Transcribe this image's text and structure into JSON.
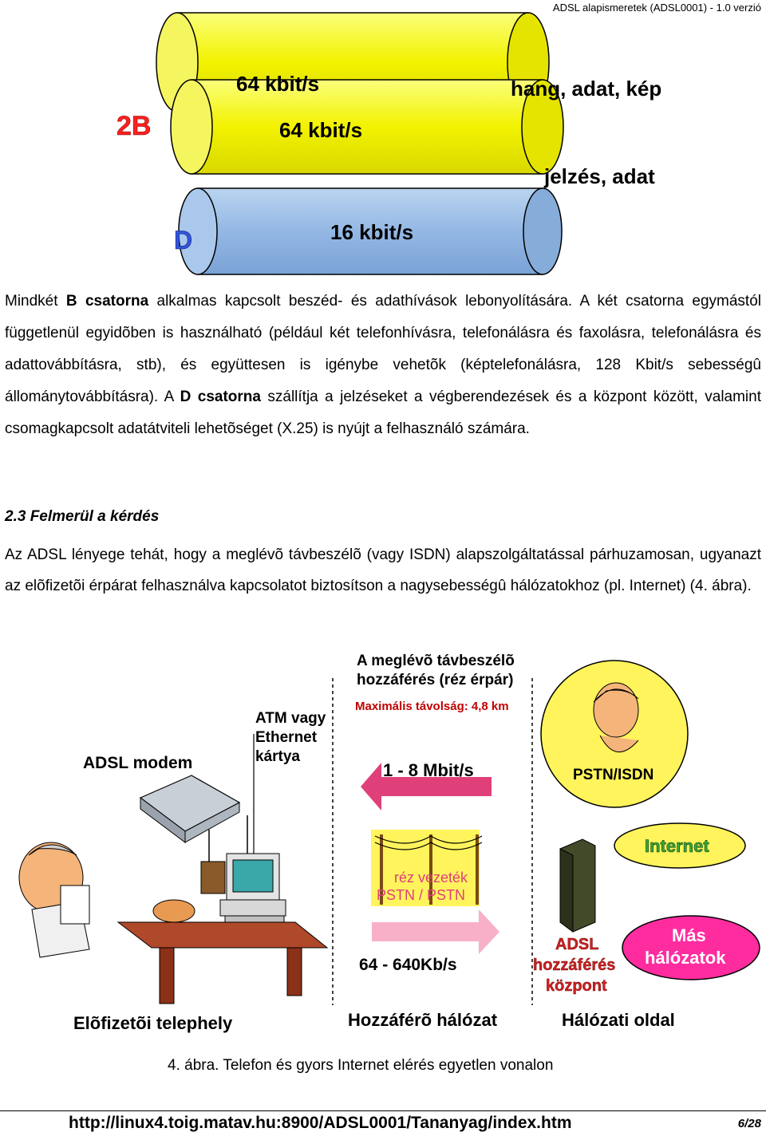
{
  "header": {
    "title": "ADSL alapismeretek (ADSL0001) - 1.0 verzió"
  },
  "figure1": {
    "label_2b": "2B",
    "label_d": "D",
    "channel1": "64 kbit/s",
    "channel2": "64 kbit/s",
    "channel3": "16 kbit/s",
    "note1": "hang, adat, kép",
    "note2": "jelzés, adat"
  },
  "paragraph1": {
    "t1": "Mindkét ",
    "b1": "B csatorna",
    "t2": " alkalmas kapcsolt beszéd- és adathívások lebonyolítására. A két csatorna egymástól függetlenül egyidõben is használható (például két telefonhívásra, telefonálásra és faxolásra, telefonálásra és adattovábbításra, stb), és együttesen is igénybe vehetõk (képtelefonálásra, 128 Kbit/s sebességû állománytovábbításra). A ",
    "b2": "D csatorna",
    "t3": " szállítja a jelzéseket a végberendezések és a központ között, valamint csomagkapcsolt adatátviteli lehetõséget (X.25) is nyújt a felhasználó számára."
  },
  "section": {
    "heading": "2.3  Felmerül a kérdés"
  },
  "paragraph2": {
    "text": "Az ADSL lényege tehát, hogy a meglévõ távbeszélõ (vagy ISDN) alapszolgáltatással párhuzamosan, ugyanazt az elõfizetõi érpárat felhasználva kapcsolatot biztosítson a nagysebességû hálózatokhoz (pl. Internet) (4. ábra)."
  },
  "figure2": {
    "existing_line1": "A meglévõ távbeszélõ",
    "existing_line2": "hozzáférés (réz érpár)",
    "max_distance": "Maximális távolság: 4,8 km",
    "atm_line1": "ATM vagy",
    "atm_line2": "Ethernet",
    "atm_line3": "kártya",
    "adsl_modem": "ADSL modem",
    "downstream": "1 - 8 Mbit/s",
    "pstn_isdn": "PSTN/ISDN",
    "internet": "Internet",
    "copper_line1": "réz vezeték",
    "copper_line2": "PSTN / PSTN",
    "upstream": "64 - 640Kb/s",
    "adsl_center1": "ADSL",
    "adsl_center2": "hozzáférés",
    "adsl_center3": "központ",
    "other_net1": "Más",
    "other_net2": "hálózatok",
    "zone_subscriber": "Elõfizetõi telephely",
    "zone_access": "Hozzáférõ hálózat",
    "zone_network": "Hálózati oldal",
    "caption": "4. ábra. Telefon és gyors Internet elérés egyetlen vonalon"
  },
  "footer": {
    "url": "http://linux4.toig.matav.hu:8900/ADSL0001/Tananyag/index.htm",
    "page": "6/28"
  }
}
